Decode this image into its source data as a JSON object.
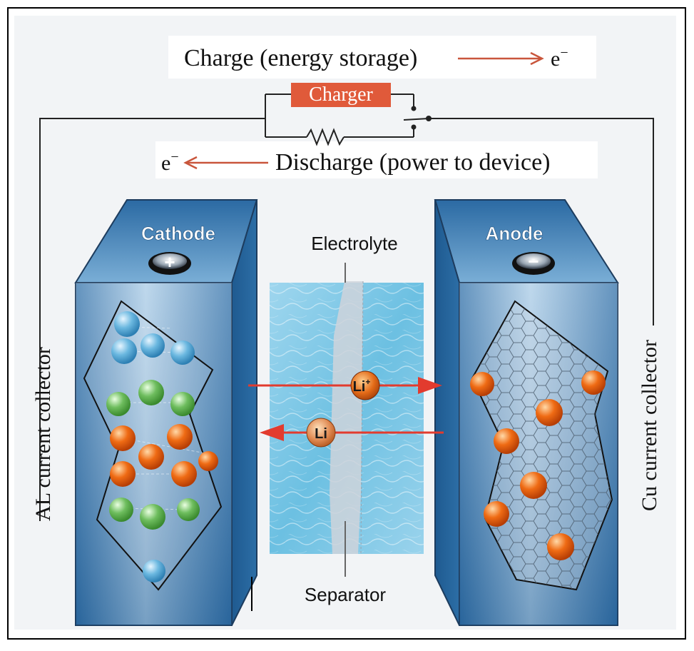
{
  "labels": {
    "charge": "Charge (energy storage)",
    "discharge": "Discharge (power to device)",
    "electron": "e",
    "electron_sup": "−",
    "charger": "Charger",
    "cathode": "Cathode",
    "anode": "Anode",
    "electrolyte": "Electrolyte",
    "separator": "Separator",
    "al_collector": "AL current collector",
    "cu_collector": "Cu current collector",
    "li_ion": "Li",
    "li_ion_sup": "+",
    "li_atom": "Li",
    "plus_symbol": "+",
    "minus_symbol": "−"
  },
  "colors": {
    "charger_box": "#e05a3a",
    "arrow_red": "#e23b2e",
    "charge_arrow": "#c9563c",
    "electrolyte_blue": "#7cc7e6",
    "block_front": "#3f86c0",
    "block_top": "#5d97c8",
    "sphere_blue": "#6bb8e0",
    "sphere_green": "#6ebd5e",
    "sphere_orange": "#ef6b14"
  }
}
